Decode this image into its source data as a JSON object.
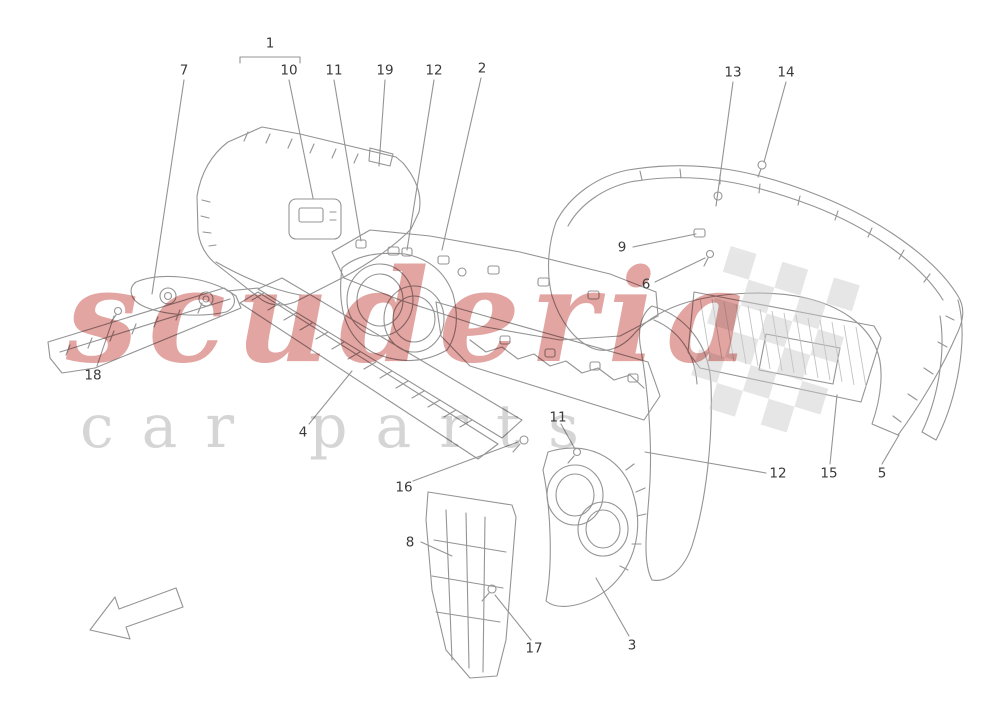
{
  "diagram": {
    "name": "rear-bumper-exploded-parts-diagram",
    "group_callout": {
      "label": "1"
    },
    "callouts": [
      {
        "label": "7"
      },
      {
        "label": "10"
      },
      {
        "label": "11"
      },
      {
        "label": "19"
      },
      {
        "label": "12"
      },
      {
        "label": "2"
      },
      {
        "label": "13"
      },
      {
        "label": "14"
      },
      {
        "label": "9"
      },
      {
        "label": "6"
      },
      {
        "label": "18"
      },
      {
        "label": "4"
      },
      {
        "label": "16"
      },
      {
        "label": "11"
      },
      {
        "label": "12"
      },
      {
        "label": "15"
      },
      {
        "label": "5"
      },
      {
        "label": "8"
      },
      {
        "label": "17"
      },
      {
        "label": "3"
      }
    ],
    "watermark": {
      "primary": "scuderia",
      "secondary": "car parts",
      "primary_color": "#c54c46",
      "secondary_color": "#b2b2b2"
    }
  }
}
